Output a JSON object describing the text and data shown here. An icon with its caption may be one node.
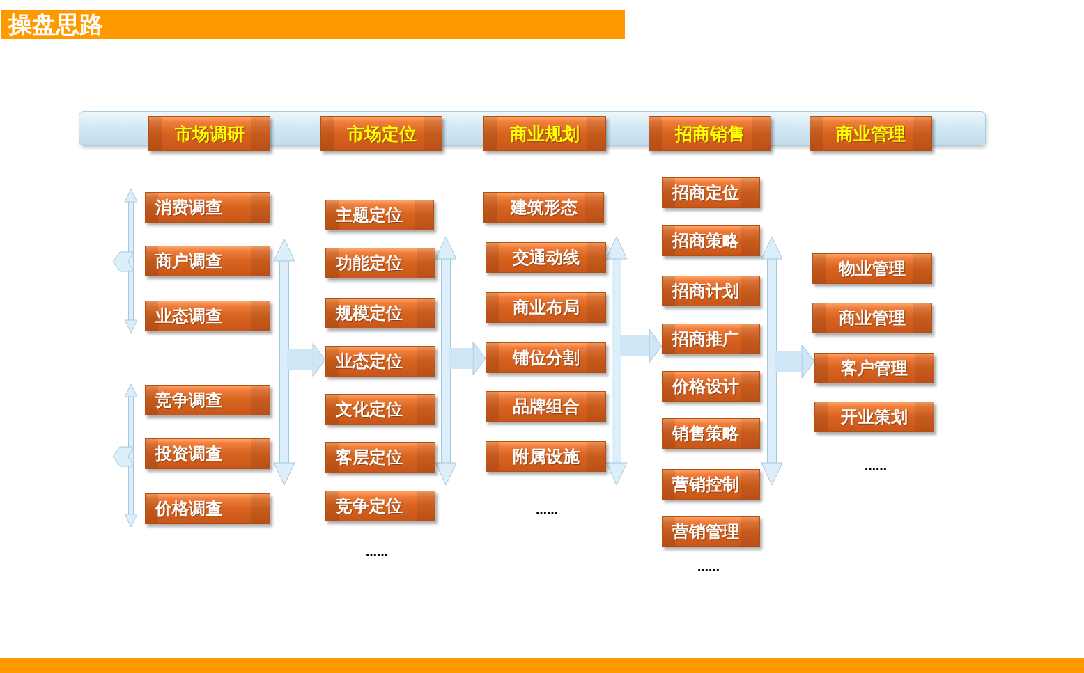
{
  "diagram": {
    "title": "操盘思路",
    "nodes": [
      {
        "text": [
          "市场调研"
        ]
      },
      {
        "text": [
          "市场定位"
        ]
      },
      {
        "text": [
          "商业规划"
        ]
      },
      {
        "text": [
          "招商销售"
        ]
      },
      {
        "text": [
          "商业管理"
        ]
      },
      {
        "text": [
          "消费调查"
        ]
      },
      {
        "text": [
          "商户调查"
        ]
      },
      {
        "text": [
          "业态调查"
        ]
      },
      {
        "text": [
          "竞争调查"
        ]
      },
      {
        "text": [
          "投资调查"
        ]
      },
      {
        "text": [
          "价格调查"
        ]
      },
      {
        "text": [
          "主题定位"
        ]
      },
      {
        "text": [
          "功能定位"
        ]
      },
      {
        "text": [
          "规模定位"
        ]
      },
      {
        "text": [
          "业态定位"
        ]
      },
      {
        "text": [
          "文化定位"
        ]
      },
      {
        "text": [
          "客层定位"
        ]
      },
      {
        "text": [
          "竞争定位"
        ]
      },
      {
        "text": [
          "建筑形态"
        ]
      },
      {
        "text": [
          "交通动线"
        ]
      },
      {
        "text": [
          "商业布局"
        ]
      },
      {
        "text": [
          "铺位分割"
        ]
      },
      {
        "text": [
          "品牌组合"
        ]
      },
      {
        "text": [
          "附属设施"
        ]
      },
      {
        "text": [
          "招商定位"
        ]
      },
      {
        "text": [
          "招商策略"
        ]
      },
      {
        "text": [
          "招商计划"
        ]
      },
      {
        "text": [
          "招商推广"
        ]
      },
      {
        "text": [
          "价格设计"
        ]
      },
      {
        "text": [
          "销售策略"
        ]
      },
      {
        "text": [
          "营销控制"
        ]
      },
      {
        "text": [
          "营销管理"
        ]
      },
      {
        "text": [
          "物业管理"
        ]
      },
      {
        "text": [
          "商业管理"
        ]
      },
      {
        "text": [
          "客户管理"
        ]
      },
      {
        "text": [
          "开业策划"
        ]
      }
    ],
    "edges": [
      {
        "from": null,
        "to": 14,
        "arrow": "to"
      },
      {
        "from": null,
        "to": 21,
        "arrow": "to"
      },
      {
        "from": null,
        "to": 27,
        "arrow": "to"
      },
      {
        "from": null,
        "to": 34,
        "arrow": "to"
      }
    ],
    "labels": [
      "……",
      "……",
      "……",
      "……"
    ]
  }
}
